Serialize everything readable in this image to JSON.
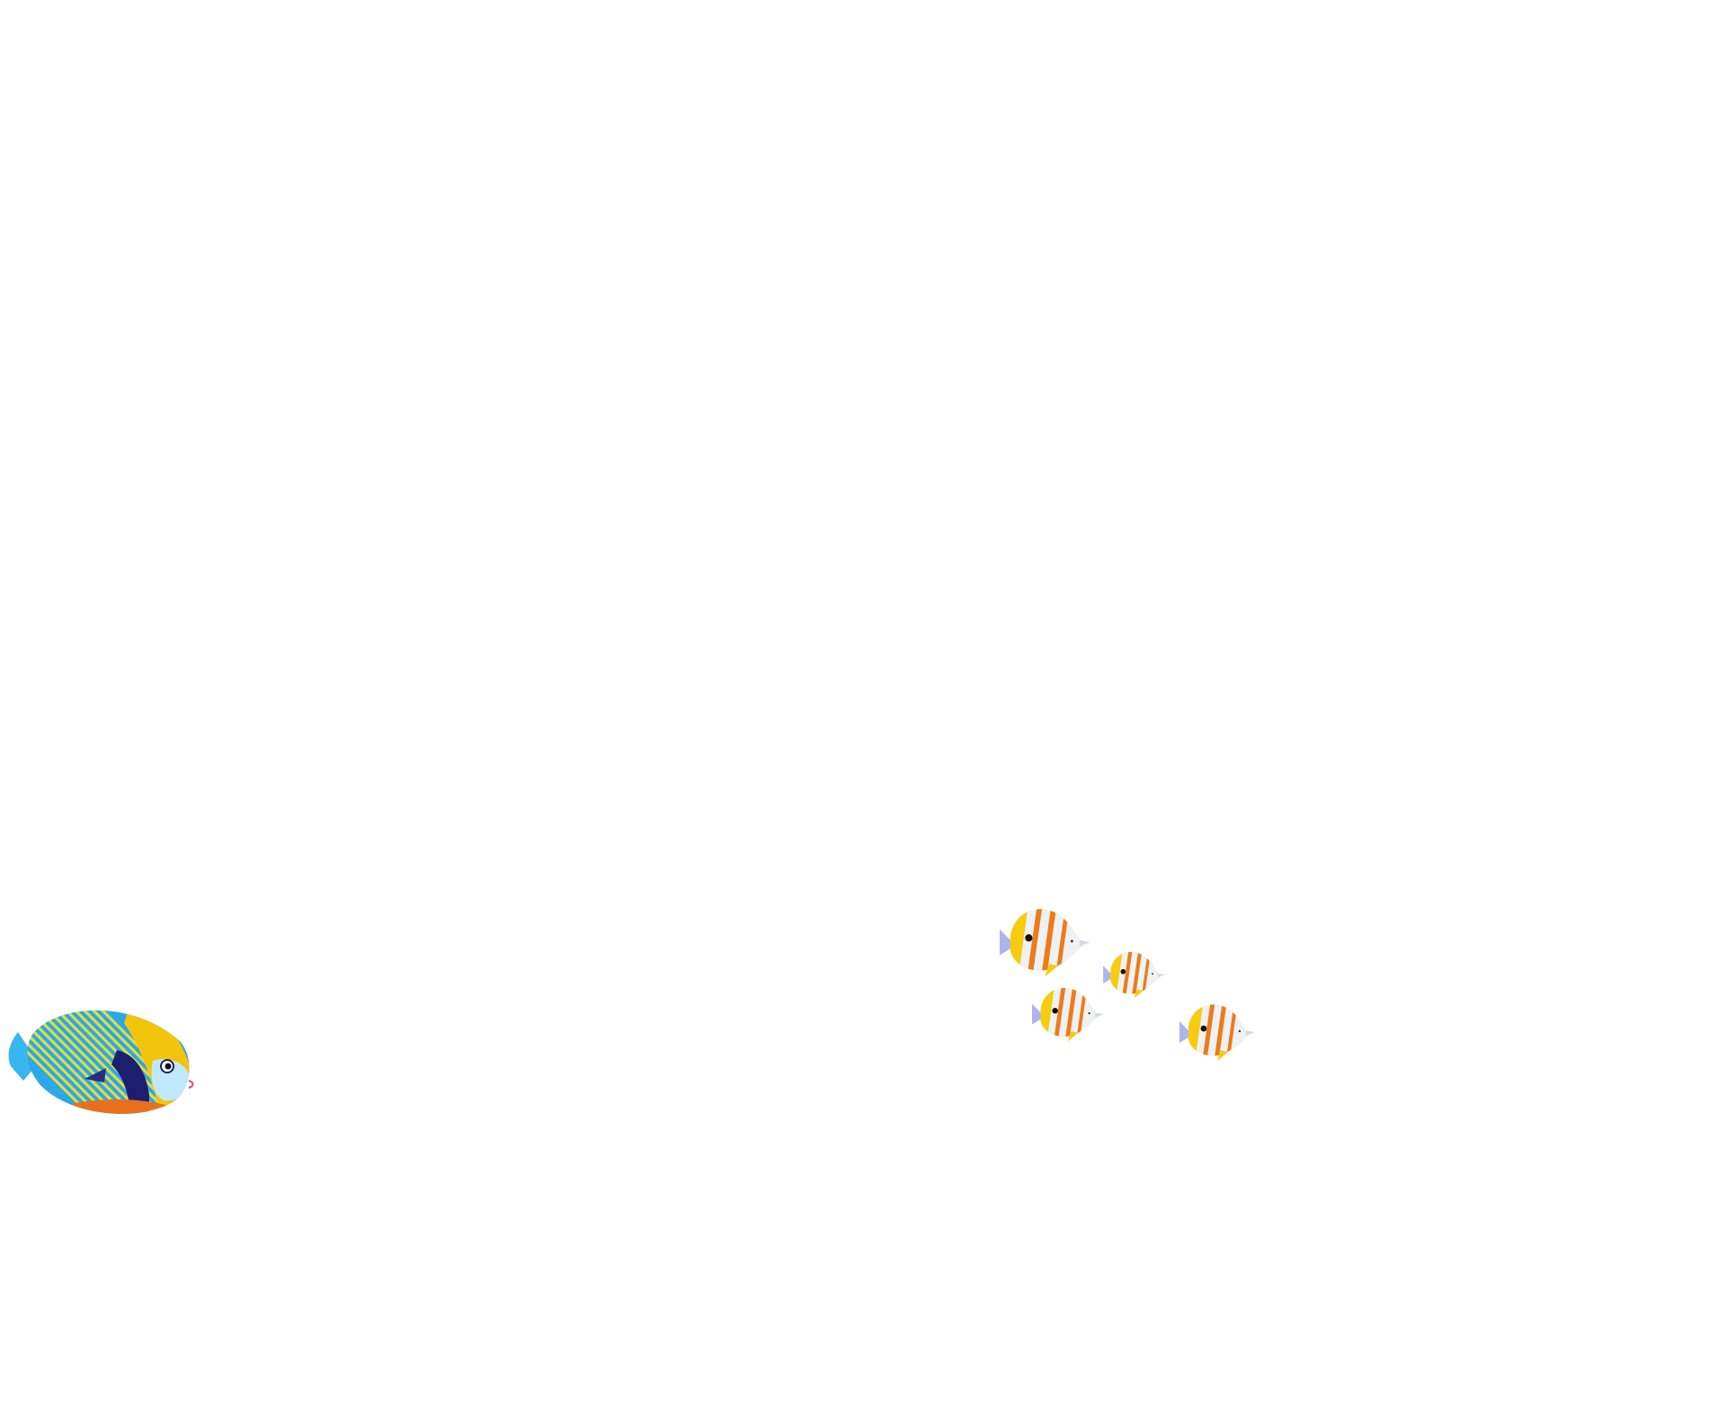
{
  "scene": {
    "background_color": "#ffffff",
    "fish": [
      {
        "kind": "emperor-angelfish",
        "icon": "angelfish-icon",
        "colors": {
          "body_blue": "#2fa6e6",
          "stripe_yellow": "#e8e23a",
          "head_yellow": "#f2c40c",
          "mask_navy": "#1d1f6e",
          "belly_orange": "#e8701d",
          "face_light_blue": "#bfe8ff",
          "tail_blue": "#38b6f0"
        }
      },
      {
        "kind": "copperband-butterflyfish",
        "icon": "butterflyfish-icon",
        "colors": {
          "body_yellow": "#f6cb10",
          "band_orange": "#ee7a1c",
          "band_white": "#eef2f5",
          "fin_lavender": "#aeb4ec",
          "eye_black": "#111111"
        }
      },
      {
        "kind": "copperband-butterflyfish",
        "icon": "butterflyfish-icon",
        "colors": {
          "body_yellow": "#f6cb10",
          "band_orange": "#ee7a1c",
          "band_white": "#eef2f5",
          "fin_lavender": "#aeb4ec",
          "eye_black": "#111111"
        }
      },
      {
        "kind": "copperband-butterflyfish",
        "icon": "butterflyfish-icon",
        "colors": {
          "body_yellow": "#f6cb10",
          "band_orange": "#ee7a1c",
          "band_white": "#eef2f5",
          "fin_lavender": "#aeb4ec",
          "eye_black": "#111111"
        }
      },
      {
        "kind": "copperband-butterflyfish",
        "icon": "butterflyfish-icon",
        "colors": {
          "body_yellow": "#f6cb10",
          "band_orange": "#ee7a1c",
          "band_white": "#eef2f5",
          "fin_lavender": "#aeb4ec",
          "eye_black": "#111111"
        }
      }
    ]
  }
}
